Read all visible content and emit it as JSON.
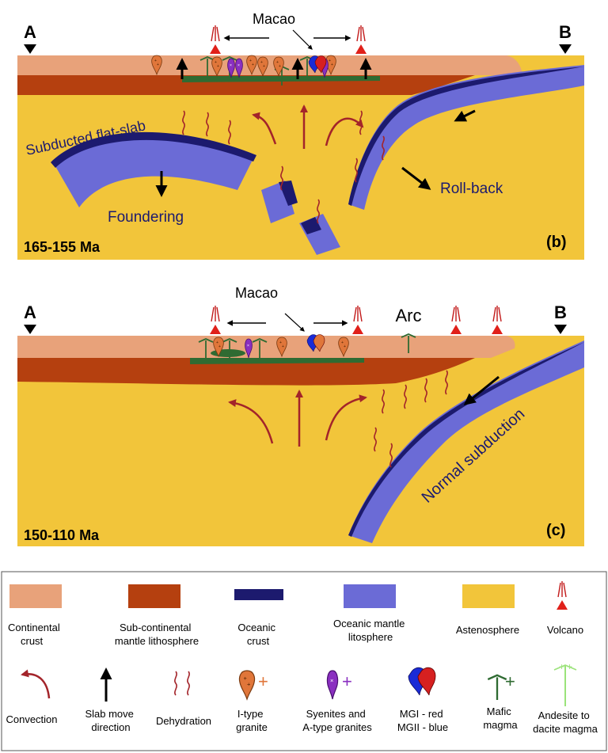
{
  "panel_b": {
    "point_a": "A",
    "point_b": "B",
    "macao_label": "Macao",
    "slab_label": "Subducted flat-slab",
    "foundering_label": "Foundering",
    "rollback_label": "Roll-back",
    "age_label": "165-155 Ma",
    "panel_label": "(b)"
  },
  "panel_c": {
    "point_a": "A",
    "point_b": "B",
    "macao_label": "Macao",
    "arc_label": "Arc",
    "subduction_label": "Normal subduction",
    "age_label": "150-110 Ma",
    "panel_label": "(c)"
  },
  "legend": {
    "continental_crust": [
      "Continental",
      "crust"
    ],
    "scml": [
      "Sub-continental",
      "mantle lithosphere"
    ],
    "oceanic_crust": [
      "Oceanic",
      "crust"
    ],
    "oceanic_mantle": [
      "Oceanic mantle",
      "litosphere"
    ],
    "asthenosphere": "Astenosphere",
    "volcano": "Volcano",
    "convection": "Convection",
    "slab_move": [
      "Slab move",
      "direction"
    ],
    "dehydration": "Dehydration",
    "itype": [
      "I-type",
      "granite"
    ],
    "syenites": [
      "Syenites and",
      "A-type granites"
    ],
    "mgi": [
      "MGI - red",
      "MGII - blue"
    ],
    "mafic": [
      "Mafic",
      "magma"
    ],
    "andesite": [
      "Andesite to",
      "dacite magma"
    ]
  },
  "colors": {
    "continental_crust": "#e8a27a",
    "scml": "#b5400f",
    "oceanic_crust": "#1c1a6e",
    "oceanic_mantle": "#6b6bd6",
    "asthenosphere": "#f2c53a",
    "volcano": "#e0201a",
    "mafic": "#2f6b32",
    "andesite": "#9be37a",
    "convection": "#a3242a"
  }
}
